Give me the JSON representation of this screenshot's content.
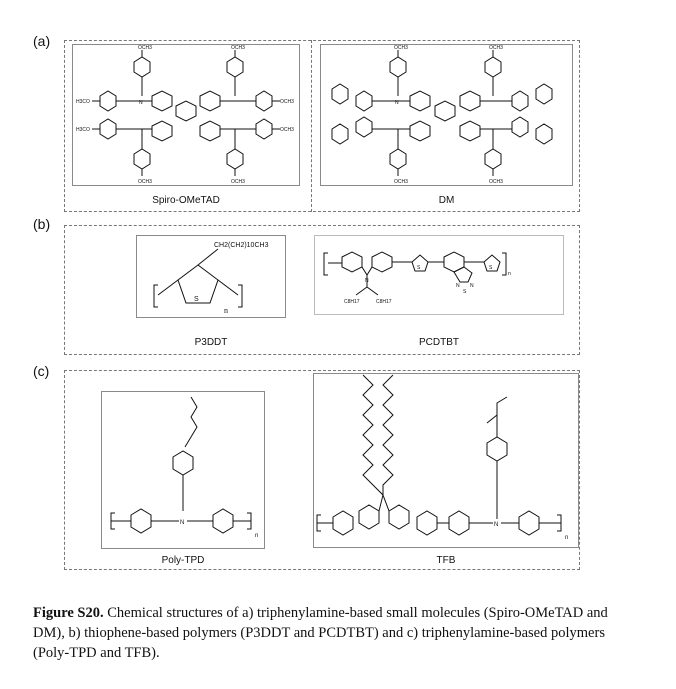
{
  "panels": {
    "a": {
      "letter": "(a)",
      "compounds": [
        {
          "name": "Spiro-OMeTAD",
          "substituents": {
            "top_left": "OCH3",
            "top_right": "OCH3",
            "bottom_left": "OCH3",
            "bottom_right": "OCH3",
            "left_upper": "H3CO",
            "left_lower": "H3CO",
            "right_upper": "OCH3",
            "right_lower": "OCH3",
            "n": "N"
          }
        },
        {
          "name": "DM",
          "substituents": {
            "top_left": "OCH3",
            "top_right": "OCH3",
            "bottom_left": "OCH3",
            "bottom_right": "OCH3",
            "n": "N"
          }
        }
      ]
    },
    "b": {
      "letter": "(b)",
      "compounds": [
        {
          "name": "P3DDT",
          "substituents": {
            "side_chain": "CH2(CH2)10CH3",
            "s": "S",
            "n": "n"
          }
        },
        {
          "name": "PCDTBT",
          "substituents": {
            "alkyl_left": "C8H17",
            "alkyl_right": "C8H17",
            "n_atom": "N",
            "s1": "S",
            "s2": "S",
            "s3": "S",
            "bt_n1": "N",
            "bt_n2": "N",
            "repeat": "n"
          }
        }
      ]
    },
    "c": {
      "letter": "(c)",
      "compounds": [
        {
          "name": "Poly-TPD",
          "substituents": {
            "n_atom": "N",
            "repeat": "n"
          }
        },
        {
          "name": "TFB",
          "substituents": {
            "n_atom": "N",
            "repeat": "n"
          }
        }
      ]
    }
  },
  "caption": {
    "label": "Figure S20.",
    "text": " Chemical structures of a) triphenylamine-based small molecules (Spiro-OMeTAD and DM), b) thiophene-based polymers (P3DDT and PCDTBT) and c) triphenylamine-based polymers (Poly-TPD and TFB)."
  }
}
